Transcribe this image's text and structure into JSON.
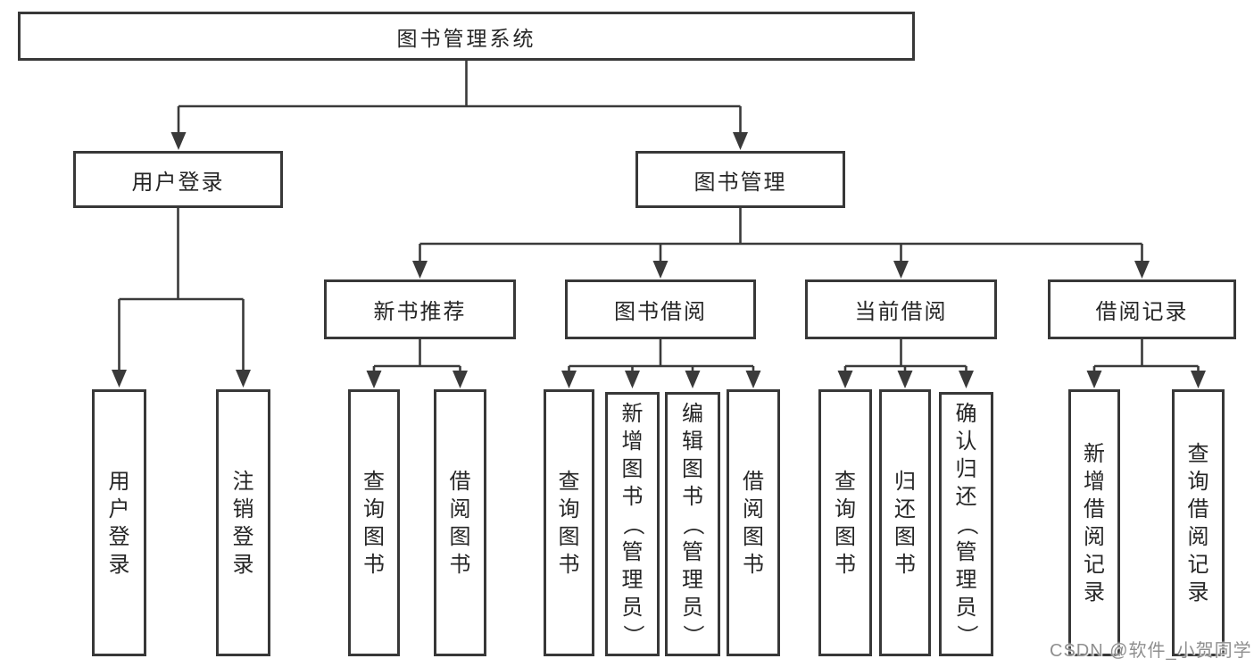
{
  "tree": {
    "root": {
      "label": "图书管理系统"
    },
    "branches": [
      {
        "label": "用户登录",
        "children": [
          "用户登录",
          "注销登录"
        ]
      },
      {
        "label": "图书管理",
        "children": [
          {
            "label": "新书推荐",
            "children": [
              "查询图书",
              "借阅图书"
            ]
          },
          {
            "label": "图书借阅",
            "children": [
              "查询图书",
              "新增图书（管理员）",
              "编辑图书（管理员）",
              "借阅图书"
            ]
          },
          {
            "label": "当前借阅",
            "children": [
              "查询图书",
              "归还图书",
              "确认归还（管理员）"
            ]
          },
          {
            "label": "借阅记录",
            "children": [
              "新增借阅记录",
              "查询借阅记录"
            ]
          }
        ]
      }
    ]
  },
  "watermark": {
    "text": "CSDN @软件_小贺同学"
  },
  "colors": {
    "line": "#3a3a3a",
    "border": "#383838",
    "text": "#262626",
    "watermark": "#8f8f8f",
    "background": "#ffffff"
  }
}
